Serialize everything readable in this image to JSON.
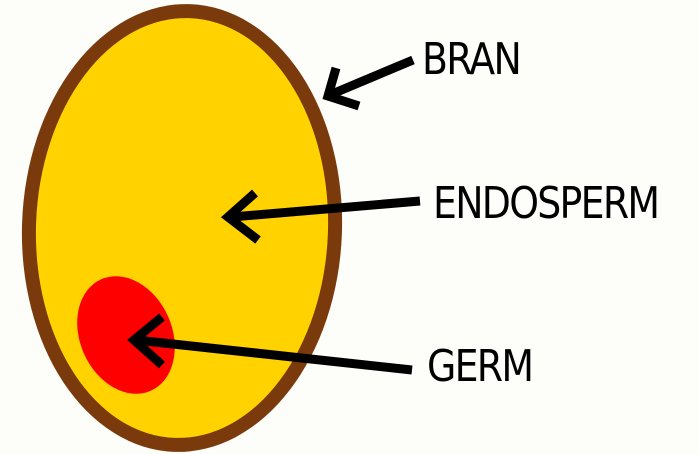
{
  "labels": {
    "bran": "BRAN",
    "endosperm": "ENDOSPERM",
    "germ": "GERM"
  },
  "colors": {
    "background": "#fdfdf9",
    "bran": "#7a3a0c",
    "endosperm": "#ffd200",
    "germ": "#ff0000",
    "arrow": "#000000",
    "text": "#000000"
  }
}
